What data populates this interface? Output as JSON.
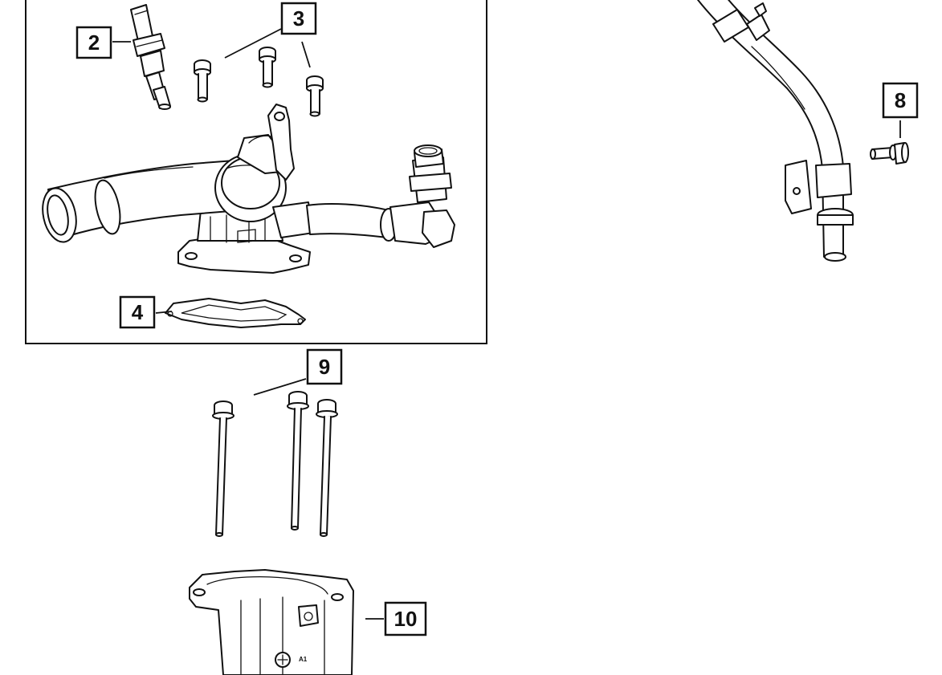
{
  "callouts": {
    "c2": "2",
    "c3": "3",
    "c4": "4",
    "c8": "8",
    "c9": "9",
    "c10": "10"
  },
  "part_marking": "A1",
  "colors": {
    "line": "#111111",
    "background": "#ffffff"
  }
}
